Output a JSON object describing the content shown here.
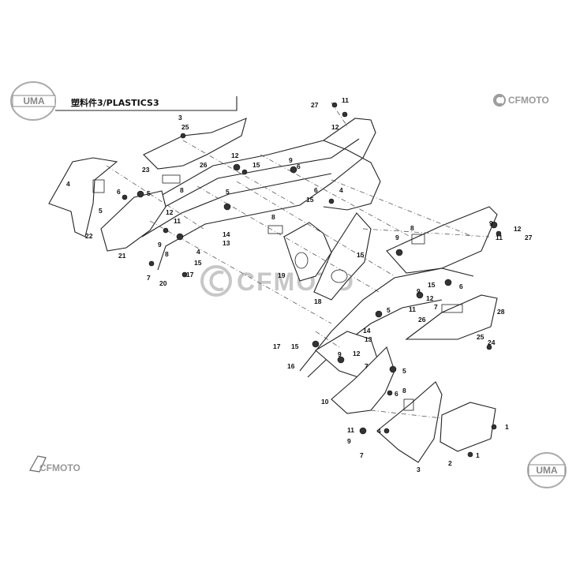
{
  "header": {
    "title": "塑料件3/PLASTICS3"
  },
  "brand": {
    "uma_logo": "UMA",
    "cfmoto_logo": "CFMOTO",
    "watermark": "CFMOTO",
    "accent_color": "#9a9a9a"
  },
  "callouts": [
    "27",
    "11",
    "12",
    "3",
    "25",
    "23",
    "26",
    "12",
    "15",
    "8",
    "9",
    "6",
    "4",
    "5",
    "6",
    "5",
    "22",
    "21",
    "12",
    "11",
    "9",
    "8",
    "7",
    "20",
    "17",
    "14",
    "13",
    "5",
    "4",
    "15",
    "9",
    "11",
    "12",
    "27",
    "19",
    "18",
    "15",
    "8",
    "15",
    "6",
    "9",
    "12",
    "7",
    "11",
    "26",
    "28",
    "25",
    "24",
    "17",
    "15",
    "14",
    "13",
    "9",
    "12",
    "7",
    "16",
    "5",
    "6",
    "10",
    "8",
    "11",
    "9",
    "7",
    "4",
    "1",
    "2",
    "3",
    "1",
    "5",
    "4",
    "9",
    "15",
    "6",
    "8"
  ]
}
